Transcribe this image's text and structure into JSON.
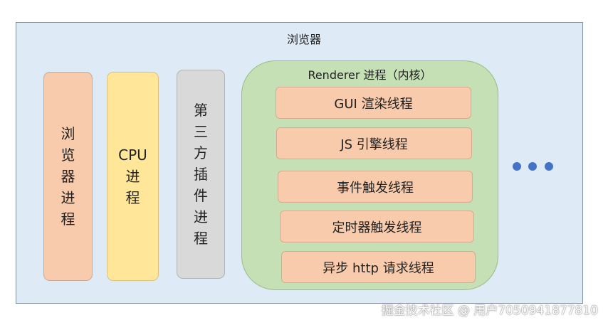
{
  "browser": {
    "title": "浏览器"
  },
  "processes": {
    "browser_process": "浏览器进程",
    "cpu_process": "CPU 进程",
    "plugin_process": "第三方插件进程"
  },
  "renderer": {
    "title": "Renderer 进程（内核）",
    "threads": [
      "GUI 渲染线程",
      "JS 引擎线程",
      "事件触发线程",
      "定时器触发线程",
      "异步 http 请求线程"
    ]
  },
  "more_indicator": "ellipsis-dots",
  "watermark": "掘金技术社区 @ 用户7050941877810",
  "colors": {
    "browser_bg": "#deebf7",
    "browser_process": "#f8cbad",
    "cpu_process": "#ffe699",
    "plugin_process": "#d9d9d9",
    "renderer_bg": "#c5e0b4",
    "thread_bg": "#f8cbad",
    "dots": "#4472c4"
  }
}
